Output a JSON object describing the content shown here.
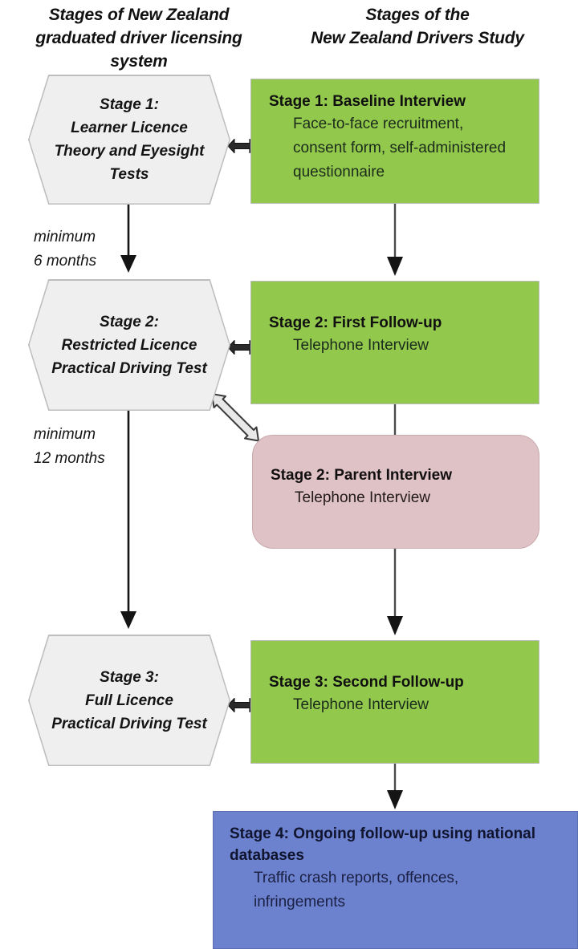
{
  "diagram": {
    "title": "Stages of New Zealand graduated driver licensing system and stages of the New Zealand Drivers Study",
    "columns": {
      "left_header_line1": "Stages of New Zealand",
      "left_header_line2": "graduated driver licensing system",
      "right_header_line1": "Stages of the",
      "right_header_line2": "New Zealand Drivers Study"
    },
    "colors": {
      "hexagon_fill": "#efefef",
      "hexagon_stroke": "#bdbdbd",
      "green_fill": "#92c84c",
      "pink_fill": "#dec2c5",
      "blue_fill": "#6c82ce",
      "arrow_stroke": "#1a1a1a",
      "background": "#ffffff"
    },
    "licensing_stages": [
      {
        "id": "learner-licence",
        "line1": "Stage 1:",
        "line2": "Learner Licence",
        "line3": "Theory and Eyesight",
        "line4": "Tests"
      },
      {
        "id": "restricted-licence",
        "line1": "Stage 2:",
        "line2": "Restricted Licence",
        "line3": "Practical Driving Test",
        "line4": ""
      },
      {
        "id": "full-licence",
        "line1": "Stage 3:",
        "line2": "Full Licence",
        "line3": "Practical Driving Test",
        "line4": ""
      }
    ],
    "intervals": [
      {
        "id": "min-6-months",
        "line1": "minimum",
        "line2": "6 months"
      },
      {
        "id": "min-12-months",
        "line1": "minimum",
        "line2": "12 months"
      }
    ],
    "study_stages": [
      {
        "id": "baseline-interview",
        "title": "Stage 1: Baseline Interview",
        "body_line1": "Face-to-face recruitment,",
        "body_line2": "consent form, self-administered",
        "body_line3": "questionnaire",
        "color": "green"
      },
      {
        "id": "first-follow-up",
        "title": "Stage 2:  First Follow-up",
        "body_line1": "Telephone Interview",
        "body_line2": "",
        "body_line3": "",
        "color": "green"
      },
      {
        "id": "parent-interview",
        "title": "Stage 2: Parent Interview",
        "body_line1": "Telephone Interview",
        "body_line2": "",
        "body_line3": "",
        "color": "pink"
      },
      {
        "id": "second-follow-up",
        "title": "Stage 3: Second Follow-up",
        "body_line1": "Telephone Interview",
        "body_line2": "",
        "body_line3": "",
        "color": "green"
      },
      {
        "id": "ongoing-follow-up",
        "title": "Stage 4: Ongoing follow-up using national databases",
        "body_line1": "Traffic crash reports, offences,",
        "body_line2": "infringements",
        "body_line3": "",
        "color": "blue"
      }
    ],
    "connectors": [
      {
        "id": "learner-to-baseline",
        "kind": "double-headed-hollow-horizontal"
      },
      {
        "id": "restricted-to-first-follow",
        "kind": "double-headed-hollow-horizontal"
      },
      {
        "id": "restricted-to-parent",
        "kind": "double-headed-hollow-diagonal"
      },
      {
        "id": "full-to-second-follow",
        "kind": "double-headed-hollow-horizontal"
      },
      {
        "id": "learner-to-restricted",
        "kind": "solid-arrow-down"
      },
      {
        "id": "restricted-to-full",
        "kind": "solid-arrow-down"
      },
      {
        "id": "baseline-to-first-follow",
        "kind": "solid-arrow-down"
      },
      {
        "id": "first-follow-to-second",
        "kind": "solid-arrow-down"
      },
      {
        "id": "second-follow-to-stage4",
        "kind": "solid-arrow-down"
      }
    ]
  }
}
